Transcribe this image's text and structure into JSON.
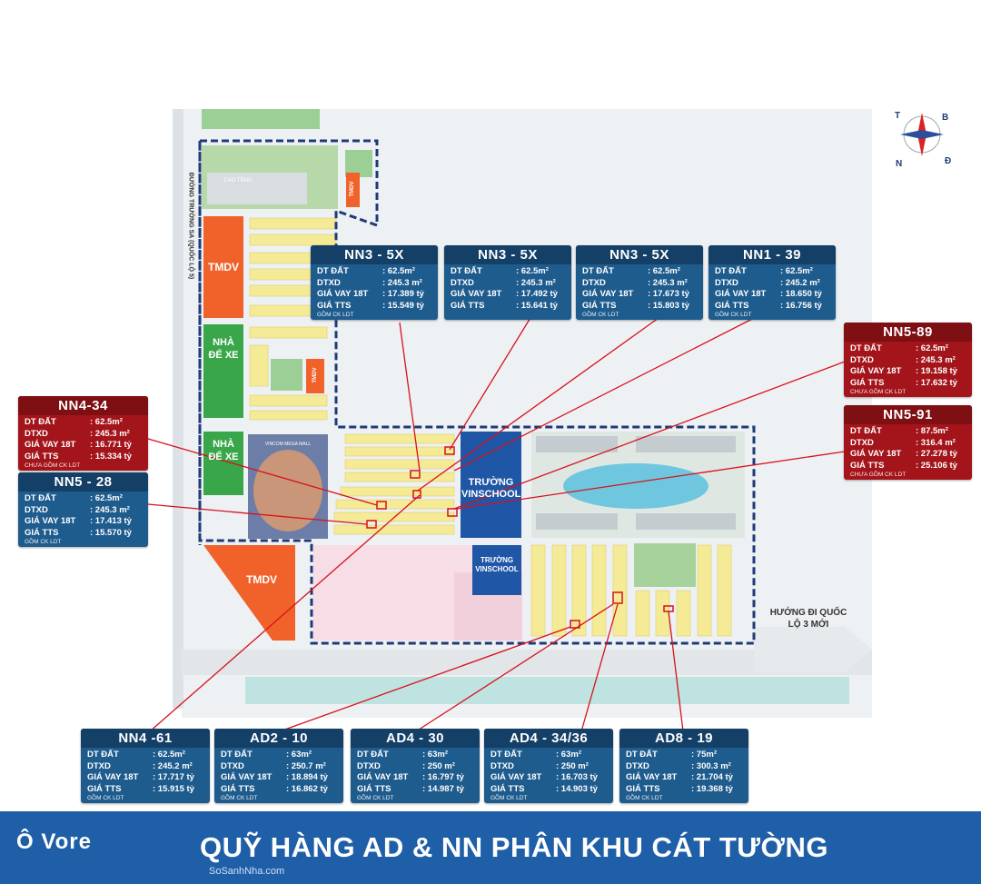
{
  "map": {
    "zones": {
      "tmdv_top": "TMDV",
      "tmdv_bottom": "TMDV",
      "tmdv_small_1": "TMDV",
      "tmdv_small_2": "TMDV",
      "nha_de_xe_1": "NHÀ ĐỂ XE",
      "nha_de_xe_2": "NHÀ ĐỂ XE",
      "cao_tang": "CAO TẦNG",
      "vinschool_1": "TRƯỜNG VINSCHOOL",
      "vinschool_2": "TRƯỜNG VINSCHOOL",
      "mega_mall": "VINCOM MEGA MALL"
    },
    "roads": {
      "main_road": "ĐƯỜNG TRƯỜNG SA (QUỐC LỘ 5)",
      "direction": "HƯỚNG ĐI QUỐC LỘ 3 MỚI"
    },
    "compass": {
      "b": "B",
      "d": "Đ",
      "n": "N",
      "t": "T"
    },
    "colors": {
      "tmdv": "#f0622a",
      "parking": "#3aa64a",
      "school": "#1f56a6",
      "lots": "#f5ea96",
      "pink": "#f6dde6",
      "boundary": "#1e3a78"
    }
  },
  "cards": [
    {
      "id": "nn3-5x-a",
      "title": "NN3 - 5X",
      "color": "blue",
      "rows": [
        [
          "DT ĐẤT",
          ": 62.5m²"
        ],
        [
          "DTXD",
          ": 245.3 m²"
        ],
        [
          "GIÁ VAY 18T",
          ": 17.389 tỷ"
        ],
        [
          "GIÁ TTS",
          ": 15.549 tỷ"
        ]
      ],
      "note": "GỒM CK LDT"
    },
    {
      "id": "nn3-5x-b",
      "title": "NN3 - 5X",
      "color": "blue",
      "rows": [
        [
          "DT ĐẤT",
          ": 62.5m²"
        ],
        [
          "DTXD",
          ": 245.3 m²"
        ],
        [
          "GIÁ VAY 18T",
          ": 17.492 tỷ"
        ],
        [
          "GIÁ TTS",
          ": 15.641 tỷ"
        ]
      ],
      "note": ""
    },
    {
      "id": "nn3-5x-c",
      "title": "NN3 - 5X",
      "color": "blue",
      "rows": [
        [
          "DT ĐẤT",
          ": 62.5m²"
        ],
        [
          "DTXD",
          ": 245.3 m²"
        ],
        [
          "GIÁ VAY 18T",
          ": 17.673 tỷ"
        ],
        [
          "GIÁ TTS",
          ": 15.803 tỷ"
        ]
      ],
      "note": "GỒM CK LDT"
    },
    {
      "id": "nn1-39",
      "title": "NN1 - 39",
      "color": "blue",
      "rows": [
        [
          "DT ĐẤT",
          ": 62.5m²"
        ],
        [
          "DTXD",
          ": 245.2 m²"
        ],
        [
          "GIÁ VAY 18T",
          ": 18.650 tỷ"
        ],
        [
          "GIÁ TTS",
          ": 16.756 tỷ"
        ]
      ],
      "note": "GỒM CK LDT"
    },
    {
      "id": "nn5-89",
      "title": "NN5-89",
      "color": "red",
      "rows": [
        [
          "DT ĐẤT",
          ": 62.5m²"
        ],
        [
          "DTXD",
          ": 245.3 m²"
        ],
        [
          "GIÁ VAY 18T",
          ": 19.158 tỷ"
        ],
        [
          "GIÁ TTS",
          ": 17.632 tỷ"
        ]
      ],
      "note": "CHƯA GỒM CK LDT"
    },
    {
      "id": "nn5-91",
      "title": "NN5-91",
      "color": "red",
      "rows": [
        [
          "DT ĐẤT",
          ": 87.5m²"
        ],
        [
          "DTXD",
          ": 316.4 m²"
        ],
        [
          "GIÁ VAY 18T",
          ": 27.278 tỷ"
        ],
        [
          "GIÁ TTS",
          ": 25.106 tỷ"
        ]
      ],
      "note": "CHƯA GỒM CK LDT"
    },
    {
      "id": "nn4-34",
      "title": "NN4-34",
      "color": "red",
      "rows": [
        [
          "DT ĐẤT",
          ": 62.5m²"
        ],
        [
          "DTXD",
          ": 245.3 m²"
        ],
        [
          "GIÁ VAY 18T",
          ": 16.771 tỷ"
        ],
        [
          "GIÁ TTS",
          ": 15.334 tỷ"
        ]
      ],
      "note": "CHƯA GỒM CK LDT"
    },
    {
      "id": "nn5-28",
      "title": "NN5 - 28",
      "color": "blue",
      "rows": [
        [
          "DT ĐẤT",
          ": 62.5m²"
        ],
        [
          "DTXD",
          ": 245.3 m²"
        ],
        [
          "GIÁ VAY 18T",
          ": 17.413 tỷ"
        ],
        [
          "GIÁ TTS",
          ": 15.570 tỷ"
        ]
      ],
      "note": "GỒM CK LDT"
    },
    {
      "id": "nn4-61",
      "title": "NN4 -61",
      "color": "blue",
      "rows": [
        [
          "DT ĐẤT",
          ": 62.5m²"
        ],
        [
          "DTXD",
          ": 245.2 m²"
        ],
        [
          "GIÁ VAY 18T",
          ": 17.717 tỷ"
        ],
        [
          "GIÁ TTS",
          ": 15.915 tỷ"
        ]
      ],
      "note": "GỒM CK LDT"
    },
    {
      "id": "ad2-10",
      "title": "AD2 - 10",
      "color": "blue",
      "rows": [
        [
          "DT ĐẤT",
          ": 63m²"
        ],
        [
          "DTXD",
          ": 250.7 m²"
        ],
        [
          "GIÁ VAY 18T",
          ": 18.894 tỷ"
        ],
        [
          "GIÁ TTS",
          ": 16.862 tỷ"
        ]
      ],
      "note": "GỒM CK LDT"
    },
    {
      "id": "ad4-30",
      "title": "AD4 - 30",
      "color": "blue",
      "rows": [
        [
          "DT ĐẤT",
          ": 63m²"
        ],
        [
          "DTXD",
          ": 250 m²"
        ],
        [
          "GIÁ VAY 18T",
          ": 16.797 tỷ"
        ],
        [
          "GIÁ TTS",
          ": 14.987 tỷ"
        ]
      ],
      "note": "GỒM CK LDT"
    },
    {
      "id": "ad4-34-36",
      "title": "AD4 - 34/36",
      "color": "blue",
      "rows": [
        [
          "DT ĐẤT",
          ": 63m²"
        ],
        [
          "DTXD",
          ": 250 m²"
        ],
        [
          "GIÁ VAY 18T",
          ": 16.703 tỷ"
        ],
        [
          "GIÁ TTS",
          ": 14.903 tỷ"
        ]
      ],
      "note": "GỒM CK LDT"
    },
    {
      "id": "ad8-19",
      "title": "AD8 - 19",
      "color": "blue",
      "rows": [
        [
          "DT ĐẤT",
          ": 75m²"
        ],
        [
          "DTXD",
          ": 300.3 m²"
        ],
        [
          "GIÁ VAY 18T",
          ": 21.704 tỷ"
        ],
        [
          "GIÁ TTS",
          ": 19.368 tỷ"
        ]
      ],
      "note": "GỒM CK LDT"
    }
  ],
  "banner": {
    "title": "QUỸ HÀNG AD & NN PHÂN KHU CÁT TƯỜNG",
    "logo": "Ô Vore",
    "watermark": "SoSanhNha.com"
  }
}
